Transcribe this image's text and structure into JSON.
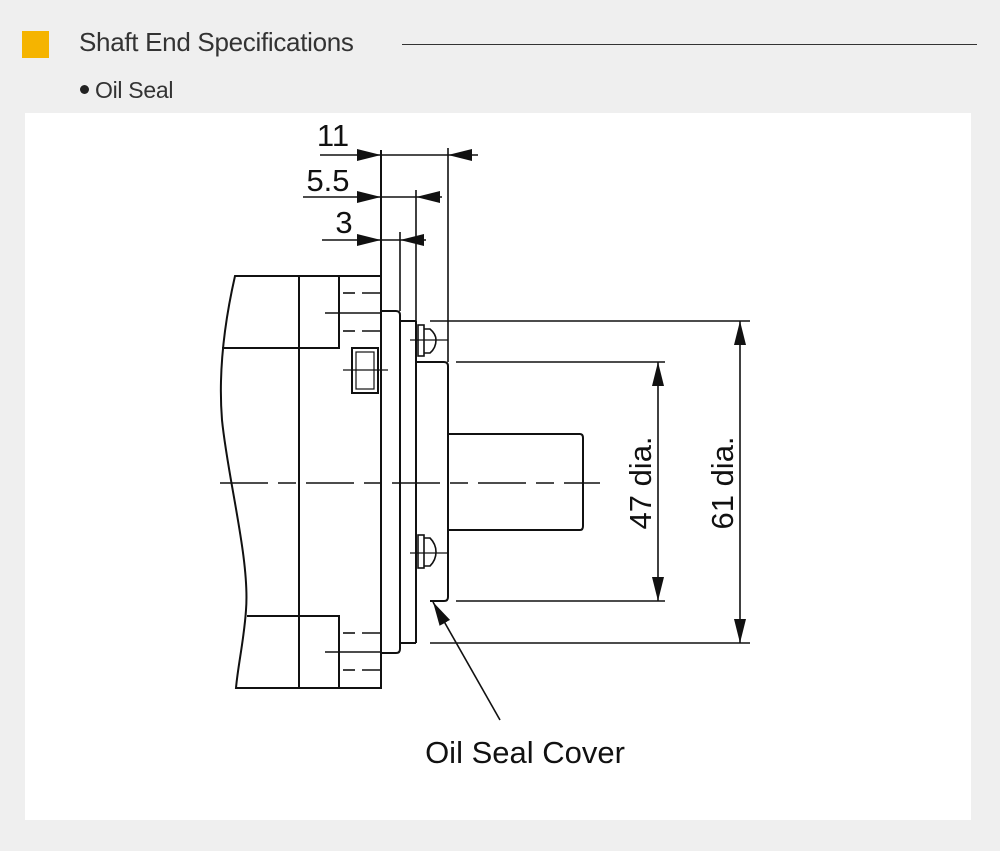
{
  "header": {
    "title": "Shaft End Specifications",
    "accent_color": "#f5b400"
  },
  "section": {
    "bullet_label": "Oil Seal"
  },
  "drawing": {
    "dimensions": {
      "d11": "11",
      "d5_5": "5.5",
      "d3": "3",
      "dia47": "47 dia.",
      "dia61": "61 dia."
    },
    "callout": "Oil Seal Cover"
  }
}
